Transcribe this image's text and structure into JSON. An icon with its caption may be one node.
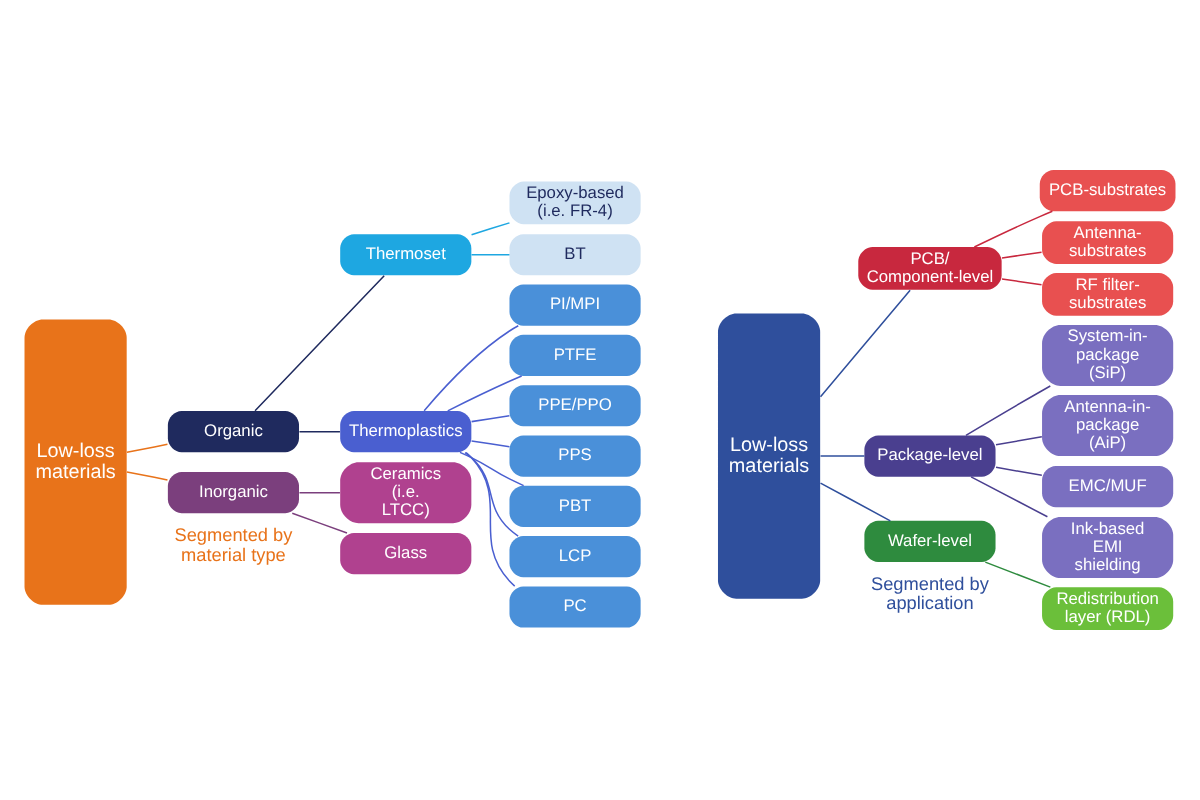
{
  "diagram": {
    "nodes": [
      {
        "text": [
          "Low-loss materials"
        ]
      },
      {
        "text": [
          "Organic"
        ]
      },
      {
        "text": [
          "Inorganic"
        ]
      },
      {
        "text": [
          "Thermoset"
        ]
      },
      {
        "text": [
          "Thermoplastics"
        ]
      },
      {
        "text": [
          "Ceramics (i.e. LTCC)"
        ]
      },
      {
        "text": [
          "Glass"
        ]
      },
      {
        "text": [
          "Epoxy-based (i.e. FR-4)"
        ]
      },
      {
        "text": [
          "BT"
        ]
      },
      {
        "text": [
          "PI/MPI"
        ]
      },
      {
        "text": [
          "PTFE"
        ]
      },
      {
        "text": [
          "PPE/PPO"
        ]
      },
      {
        "text": [
          "PPS"
        ]
      },
      {
        "text": [
          "PBT"
        ]
      },
      {
        "text": [
          "LCP"
        ]
      },
      {
        "text": [
          "PC"
        ]
      },
      {
        "text": [
          "Low-loss materials"
        ]
      },
      {
        "text": [
          "PCB/ Component-level"
        ]
      },
      {
        "text": [
          "Package-level"
        ]
      },
      {
        "text": [
          "Wafer-level"
        ]
      },
      {
        "text": [
          "PCB-substrates"
        ]
      },
      {
        "text": [
          "Antenna- substrates"
        ]
      },
      {
        "text": [
          "RF filter- substrates"
        ]
      },
      {
        "text": [
          "System-in- package (SiP)"
        ]
      },
      {
        "text": [
          "Antenna-in- package (AiP)"
        ]
      },
      {
        "text": [
          "EMC/MUF"
        ]
      },
      {
        "text": [
          "Ink-based EMI shielding"
        ]
      },
      {
        "text": [
          "Redistribution layer (RDL)"
        ]
      }
    ],
    "edges": [
      {
        "from": 0,
        "to": 1,
        "arrow": "none",
        "color": "#e8731a"
      },
      {
        "from": 0,
        "to": 2,
        "arrow": "none",
        "color": "#e8731a"
      },
      {
        "from": 1,
        "to": 3,
        "arrow": "none",
        "color": "#1f2a5e"
      },
      {
        "from": 1,
        "to": 4,
        "arrow": "none",
        "color": "#1f2a5e"
      },
      {
        "from": 2,
        "to": 5,
        "arrow": "none",
        "color": "#7b3f7d"
      },
      {
        "from": 2,
        "to": 6,
        "arrow": "none",
        "color": "#7b3f7d"
      },
      {
        "from": 3,
        "to": 7,
        "arrow": "none",
        "color": "#1ea7e1"
      },
      {
        "from": 3,
        "to": 8,
        "arrow": "none",
        "color": "#1ea7e1"
      },
      {
        "from": 4,
        "to": 9,
        "arrow": "none",
        "color": "#4a5fd0"
      },
      {
        "from": 4,
        "to": 10,
        "arrow": "none",
        "color": "#4a5fd0"
      },
      {
        "from": 4,
        "to": 11,
        "arrow": "none",
        "color": "#4a5fd0"
      },
      {
        "from": 4,
        "to": 12,
        "arrow": "none",
        "color": "#4a5fd0"
      },
      {
        "from": 4,
        "to": 13,
        "arrow": "none",
        "color": "#4a5fd0"
      },
      {
        "from": 4,
        "to": 14,
        "arrow": "none",
        "color": "#4a5fd0"
      },
      {
        "from": 4,
        "to": 15,
        "arrow": "none",
        "color": "#4a5fd0"
      },
      {
        "from": 16,
        "to": 17,
        "arrow": "none",
        "color": "#2f4f9c"
      },
      {
        "from": 16,
        "to": 18,
        "arrow": "none",
        "color": "#2f4f9c"
      },
      {
        "from": 16,
        "to": 19,
        "arrow": "none",
        "color": "#2f4f9c"
      },
      {
        "from": 17,
        "to": 20,
        "arrow": "none",
        "color": "#c8283e"
      },
      {
        "from": 17,
        "to": 21,
        "arrow": "none",
        "color": "#c8283e"
      },
      {
        "from": 17,
        "to": 22,
        "arrow": "none",
        "color": "#c8283e"
      },
      {
        "from": 18,
        "to": 23,
        "arrow": "none",
        "color": "#4a3f8f"
      },
      {
        "from": 18,
        "to": 24,
        "arrow": "none",
        "color": "#4a3f8f"
      },
      {
        "from": 18,
        "to": 25,
        "arrow": "none",
        "color": "#4a3f8f"
      },
      {
        "from": 18,
        "to": 26,
        "arrow": "none",
        "color": "#4a3f8f"
      },
      {
        "from": 19,
        "to": 27,
        "arrow": "none",
        "color": "#2e8b3e"
      }
    ],
    "labels": [
      "Segmented by material type",
      "Segmented by application"
    ]
  }
}
